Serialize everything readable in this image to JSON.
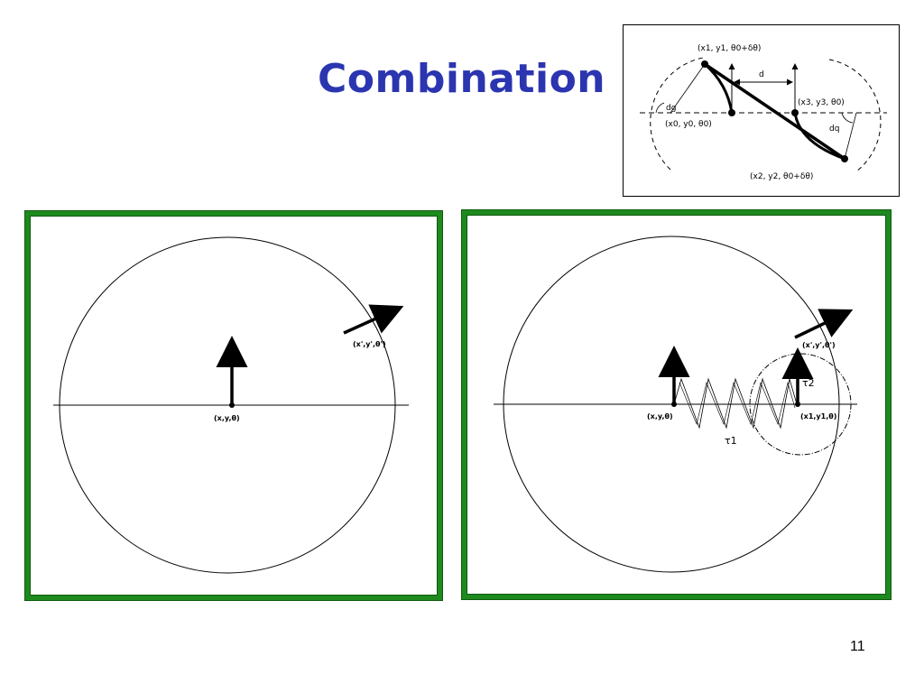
{
  "slide": {
    "title": "Combination",
    "page_number": "11"
  },
  "inset_diagram": {
    "labels": {
      "p1": "(x1, y1, θ0+δθ)",
      "p0": "(x0, y0, θ0)",
      "p3": "(x3, y3, θ0)",
      "p2": "(x2, y2, θ0+δθ)",
      "d": "d",
      "dg": "dg",
      "dq": "dq"
    }
  },
  "left_panel": {
    "labels": {
      "origin": "(x,y,θ)",
      "target": "(x',y',θ')"
    }
  },
  "right_panel": {
    "labels": {
      "origin": "(x,y,θ)",
      "target": "(x',y',θ')",
      "mid": "(x1,y1,θ)",
      "tau1": "τ1",
      "tau2": "τ2"
    }
  },
  "colors": {
    "title": "#2B35B0",
    "panel_border": "#1E8A1E"
  }
}
